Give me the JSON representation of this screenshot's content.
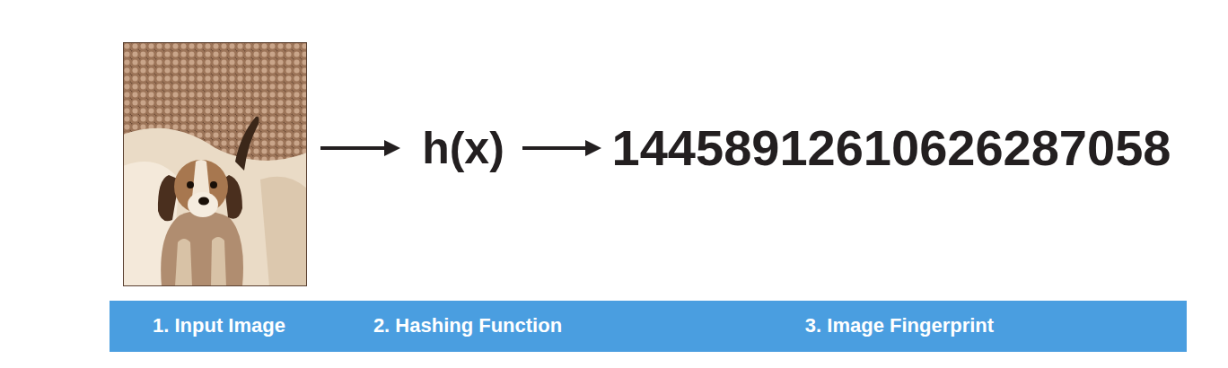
{
  "diagram": {
    "nodes": [
      {
        "text": [
          "1. Input Image",
          "2. Hashing Function",
          "3. Image Fingerprint"
        ]
      }
    ],
    "labels": [
      "h(x)",
      "14458912610626287058"
    ]
  }
}
